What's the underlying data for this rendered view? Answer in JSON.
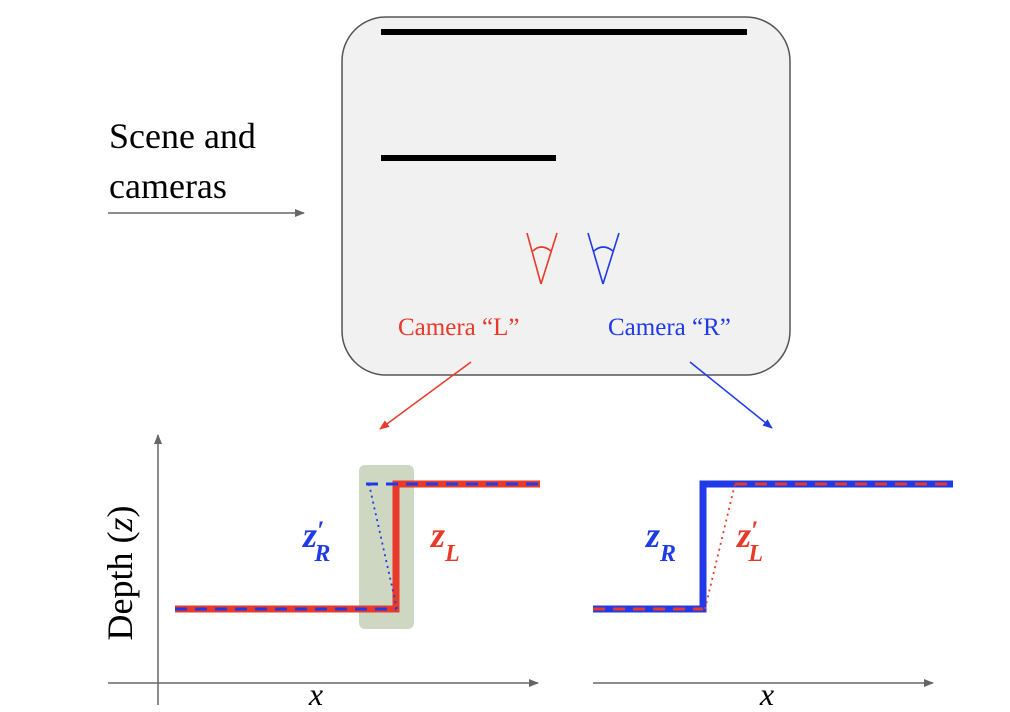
{
  "scene": {
    "label_line1": "Scene and",
    "label_line2": "cameras",
    "camera_left_label": "Camera “L”",
    "camera_right_label": "Camera “R”"
  },
  "plots": {
    "y_axis_label_prefix": "Depth (",
    "y_axis_label_var": "z",
    "y_axis_label_suffix": ")",
    "left_x_label": "x",
    "right_x_label": "x",
    "left_label_zR_prime": "z",
    "left_label_zR_prime_mark": "′",
    "left_label_zR_prime_sub": "R",
    "left_label_zL": "z",
    "left_label_zL_sub": "L",
    "right_label_zR": "z",
    "right_label_zR_sub": "R",
    "right_label_zL_prime": "z",
    "right_label_zL_prime_mark": "′",
    "right_label_zL_prime_sub": "L"
  },
  "colors": {
    "red": "#e8392a",
    "blue": "#1f3ae6",
    "box_fill": "#f1f1f1",
    "box_stroke": "#555555",
    "highlight": "#aebd9a",
    "axis": "#666666"
  }
}
